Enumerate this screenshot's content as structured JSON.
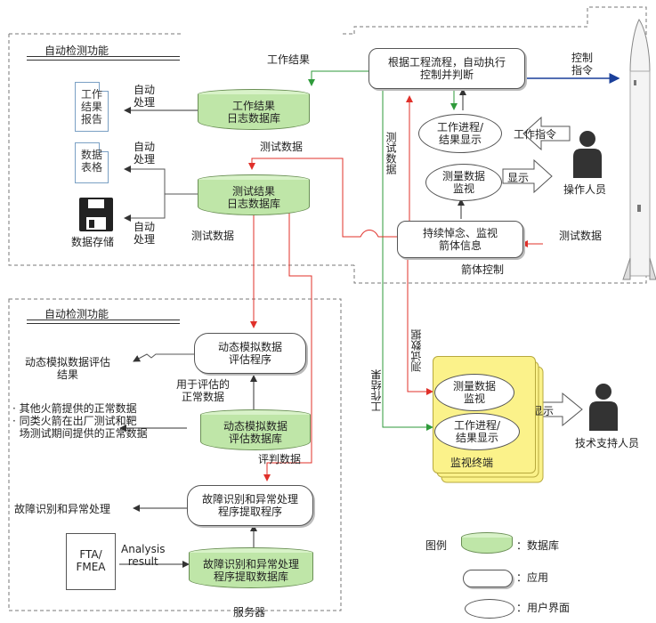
{
  "top_section": {
    "title": "自动检测功能"
  },
  "bottom_section": {
    "title": "自动检测功能"
  },
  "server": {
    "label": "服务器",
    "work_db": "工作结果\n日志数据库",
    "test_db": "测试结果\n日志数据库",
    "dyn_prog": "动态模拟数据\n评估程序",
    "dyn_db": "动态模拟数据\n评估数据库",
    "fault_prog": "故障识别和异常处理\n程序提取程序",
    "fault_db": "故障识别和异常处理\n程序提取数据库"
  },
  "left": {
    "doc_report": "工作\n结果\n报告",
    "doc_table": "数据\n表格",
    "storage_label": "数据存储",
    "auto_proc": "自动\n处理",
    "dyn_result": "动态模拟数据评估\n结果",
    "normal_data": "· 其他火箭提供的正常数据\n· 同类火箭在出厂测试和靶\n  场测试期间提供的正常数据",
    "fault_handling": "故障识别和异常处理",
    "fta": "FTA/\nFMEA",
    "analysis_result": "Analysis\nresult"
  },
  "arrows": {
    "work_result": "工作结果",
    "test_data": "测试数据",
    "test_data_mid": "测试数据",
    "eval_normal": "用于评估的\n正常数据",
    "judge_data": "评判数据",
    "test_data_vert": "测试数据",
    "test_data_vert2": "测试数据",
    "work_result_vert": "工作结果",
    "control_cmd": "控制\n指令",
    "work_cmd": "工作指令",
    "display": "显示",
    "display2": "显示",
    "test_data_right": "测试数据"
  },
  "body_control": {
    "label": "箭体控制",
    "exec": "根据工程流程，自动执行\n控制并判断",
    "progress": "工作进程/\n结果显示",
    "measure": "测量数据\n监视",
    "monitor": "持续悼念、监视\n箭体信息",
    "operator": "操作人员"
  },
  "monitor_terminal": {
    "label": "监视终端",
    "measure": "测量数据\n监视",
    "progress": "工作进程/\n结果显示",
    "tech": "技术支持人员"
  },
  "legend": {
    "title": "图例",
    "db": "：数据库",
    "app": "：应用",
    "ui": "：用户界面"
  },
  "colors": {
    "panel_yellow": "#fbf28a",
    "db_green": "#bfe6a8",
    "arrow_red": "#e0302a",
    "arrow_green": "#2e9a3a",
    "arrow_blue": "#1a3f9a"
  }
}
